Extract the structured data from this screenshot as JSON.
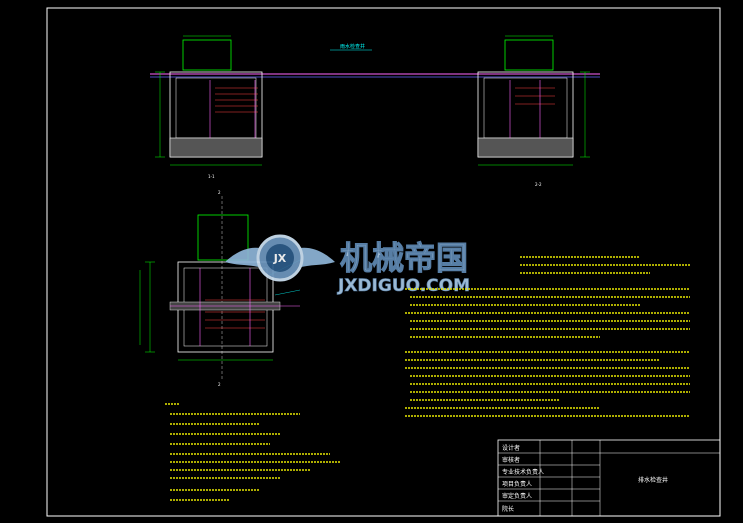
{
  "watermark": {
    "cn": "机械帝国",
    "en": "JXDIGUO.COM",
    "badge": "JX"
  },
  "title_block": {
    "rows": [
      {
        "label": "设计者"
      },
      {
        "label": "审核者"
      },
      {
        "label": "专业技术负责人"
      },
      {
        "label": "项目负责人"
      },
      {
        "label": "审定负责人"
      },
      {
        "label": "院长"
      }
    ],
    "drawing_title": "排水检查井"
  },
  "views": {
    "section_1_1": "1-1",
    "section_2_2": "2-2",
    "plan_marker": "2"
  },
  "colors": {
    "frame": "#ffffff",
    "green": "#00ff00",
    "cyan": "#00ffff",
    "magenta": "#ff00ff",
    "yellow": "#ffff00",
    "red": "#ff3030"
  }
}
